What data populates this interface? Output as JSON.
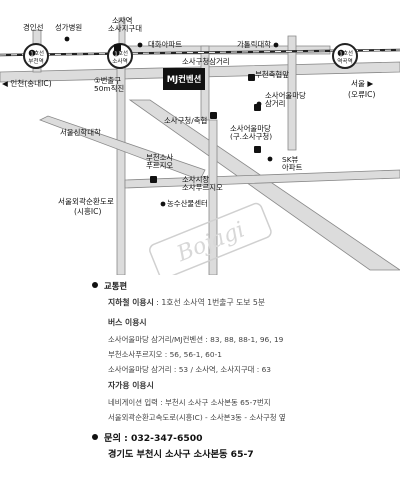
{
  "map": {
    "station_bucheon": {
      "line_badge": "1",
      "line": "호선",
      "name": "부천역"
    },
    "station_sosa": {
      "line_badge": "1",
      "line": "호선",
      "name": "소사역"
    },
    "station_yeokgok": {
      "line_badge": "1",
      "line": "호선",
      "name": "역곡역"
    },
    "labels": {
      "gyeonginseon": "경인선",
      "seongga_hospital": "성가병원",
      "sosa_station_1": "소사역",
      "sosa_station_2": "소사지구대",
      "daewha_apt": "대화아파트",
      "catholic_univ": "가톨릭대학",
      "incheon_dir": "◀ 인천(송내IC)",
      "seoul_dir_1": "서울 ▶",
      "seoul_dir_2": "(오류IC)",
      "sosagu_crossroad": "소사구청삼거리",
      "exit_1": "①번출구",
      "exit_2": "50m직진",
      "mj_convention": "MJ컨벤션",
      "bucheon_stadium": "부천축협앞",
      "sosaeulmadang_1": "소사어울마당",
      "sosaeulmadang_2": "삼거리",
      "seoul_theology": "서울신학대학",
      "sosagu_office": "소사구청/축협",
      "sosaeulmadang_gu_1": "소사어울마당",
      "sosaeulmadang_gu_2": "(구.소사구청)",
      "bucheon_sosa_1": "부천소사",
      "bucheon_sosa_2": "푸르지오",
      "sk_view_1": "SK뷰",
      "sk_view_2": "아파트",
      "sosa_market_1": "소사시장",
      "sosa_market_2": "소사푸르지오",
      "ring_road_1": "서울외곽순환도로",
      "ring_road_2": "(시흥IC)",
      "agri_center": "농수산물센터",
      "watermark": "Bojagi"
    }
  },
  "info": {
    "transport_title": "교통편",
    "subway_label": "지하철 이용시",
    "subway_desc": " : 1호선 소사역 1번출구 도보 5분",
    "bus_label": "버스 이용시",
    "bus_lines": [
      "소사어울마당 삼거리/MJ컨벤션 : 83, 88, 88-1, 96, 19",
      "부천소사푸르지오 : 56, 56-1, 60-1",
      "소사어울마당 삼거리 : 53 / 소사역, 소사지구대 : 63"
    ],
    "car_label": "자가용 이용시",
    "car_lines": [
      "네비게이션 입력 : 부천시 소사구 소사본동 65-7번지",
      "서울외곽순환고속도로(시흥IC) - 소사본3동 - 소사구청 옆"
    ],
    "contact": "문의 : 032-347-6500",
    "address": "경기도 부천시 소사구 소사본동 65-7"
  },
  "colors": {
    "road": "#dcdcdc",
    "road_edge": "#888888",
    "text": "#111111",
    "watermark": "#d0d0d0"
  }
}
